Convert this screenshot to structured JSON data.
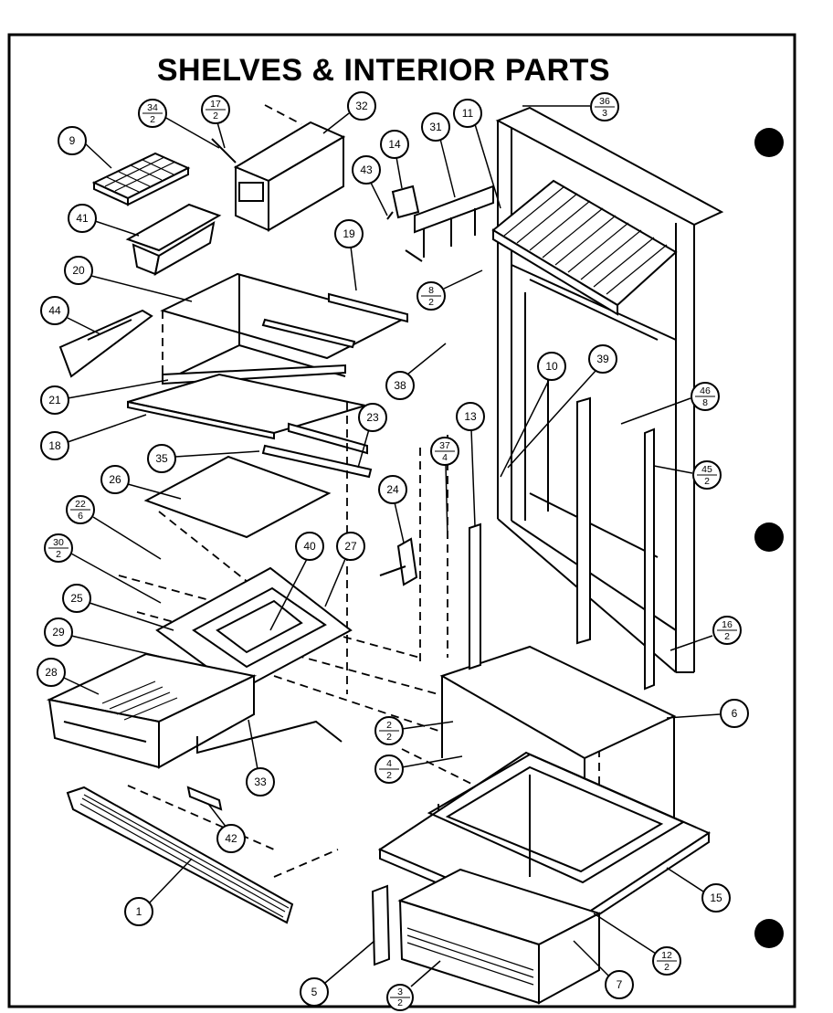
{
  "title": "SHELVES & INTERIOR PARTS",
  "callouts": [
    {
      "id": "c9",
      "label": "9"
    },
    {
      "id": "c34",
      "num": "34",
      "den": "2"
    },
    {
      "id": "c17",
      "num": "17",
      "den": "2"
    },
    {
      "id": "c32",
      "label": "32"
    },
    {
      "id": "c41",
      "label": "41"
    },
    {
      "id": "c14",
      "label": "14"
    },
    {
      "id": "c43",
      "label": "43"
    },
    {
      "id": "c31",
      "label": "31"
    },
    {
      "id": "c11",
      "label": "11"
    },
    {
      "id": "c36",
      "num": "36",
      "den": "3"
    },
    {
      "id": "c19",
      "label": "19"
    },
    {
      "id": "c20",
      "label": "20"
    },
    {
      "id": "c44",
      "label": "44"
    },
    {
      "id": "c8",
      "num": "8",
      "den": "2"
    },
    {
      "id": "c38",
      "label": "38"
    },
    {
      "id": "c10",
      "label": "10"
    },
    {
      "id": "c39",
      "label": "39"
    },
    {
      "id": "c46",
      "num": "46",
      "den": "8"
    },
    {
      "id": "c21",
      "label": "21"
    },
    {
      "id": "c18",
      "label": "18"
    },
    {
      "id": "c23",
      "label": "23"
    },
    {
      "id": "c13",
      "label": "13"
    },
    {
      "id": "c35",
      "label": "35"
    },
    {
      "id": "c37",
      "num": "37",
      "den": "4"
    },
    {
      "id": "c45",
      "num": "45",
      "den": "2"
    },
    {
      "id": "c26",
      "label": "26"
    },
    {
      "id": "c24",
      "label": "24"
    },
    {
      "id": "c22",
      "num": "22",
      "den": "6"
    },
    {
      "id": "c30",
      "num": "30",
      "den": "2"
    },
    {
      "id": "c40",
      "label": "40"
    },
    {
      "id": "c27",
      "label": "27"
    },
    {
      "id": "c25",
      "label": "25"
    },
    {
      "id": "c16",
      "num": "16",
      "den": "2"
    },
    {
      "id": "c29",
      "label": "29"
    },
    {
      "id": "c28",
      "label": "28"
    },
    {
      "id": "c6",
      "label": "6"
    },
    {
      "id": "c2",
      "num": "2",
      "den": "2"
    },
    {
      "id": "c4",
      "num": "4",
      "den": "2"
    },
    {
      "id": "c33",
      "label": "33"
    },
    {
      "id": "c42",
      "label": "42"
    },
    {
      "id": "c15",
      "label": "15"
    },
    {
      "id": "c1",
      "label": "1"
    },
    {
      "id": "c12",
      "num": "12",
      "den": "2"
    },
    {
      "id": "c5",
      "label": "5"
    },
    {
      "id": "c7",
      "label": "7"
    },
    {
      "id": "c3",
      "num": "3",
      "den": "2"
    }
  ]
}
